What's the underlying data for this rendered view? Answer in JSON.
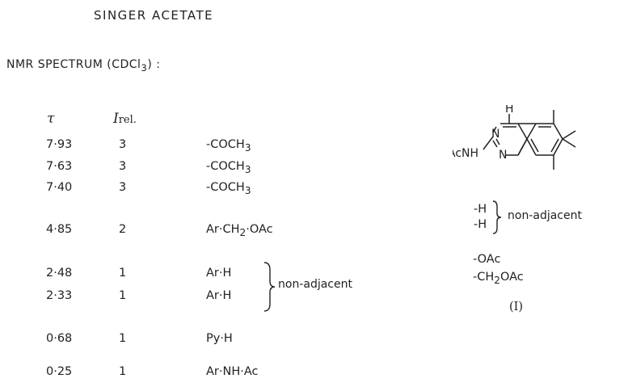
{
  "title": "SINGER ACETATE",
  "heading_prefix": "NMR SPECTRUM (CDCl",
  "heading_sub": "3",
  "heading_suffix": ") :",
  "columns": {
    "tau": "τ",
    "irel_main": "I",
    "irel_sub": "rel."
  },
  "rows": [
    {
      "tau": "7·93",
      "irel": "3",
      "assign": "-COCH",
      "assign_sub": "3",
      "assign_after": ""
    },
    {
      "tau": "7·63",
      "irel": "3",
      "assign": "-COCH",
      "assign_sub": "3",
      "assign_after": ""
    },
    {
      "tau": "7·40",
      "irel": "3",
      "assign": "-COCH",
      "assign_sub": "3",
      "assign_after": ""
    },
    {
      "tau": "4·85",
      "irel": "2",
      "assign": "Ar·CH",
      "assign_sub": "2",
      "assign_after": "·OAc"
    },
    {
      "tau": "2·48",
      "irel": "1",
      "assign": "Ar·H",
      "assign_sub": "",
      "assign_after": ""
    },
    {
      "tau": "2·33",
      "irel": "1",
      "assign": "Ar·H",
      "assign_sub": "",
      "assign_after": ""
    },
    {
      "tau": "0·68",
      "irel": "1",
      "assign": "Py·H",
      "assign_sub": "",
      "assign_after": ""
    },
    {
      "tau": "0·25",
      "irel": "1",
      "assign": "Ar·NH·Ac",
      "assign_sub": "",
      "assign_after": ""
    }
  ],
  "brace_label": "non-adjacent",
  "structure": {
    "atom_h": "H",
    "atom_n": "N",
    "substituent": "AcNH",
    "sub_h1": "-H",
    "sub_h2": "-H",
    "sub_brace_label": "non-adjacent",
    "sub_oac": "-OAc",
    "sub_ch2oac_pre": "-CH",
    "sub_ch2oac_sub": "2",
    "sub_ch2oac_post": "OAc",
    "compound_label": "(I)"
  }
}
